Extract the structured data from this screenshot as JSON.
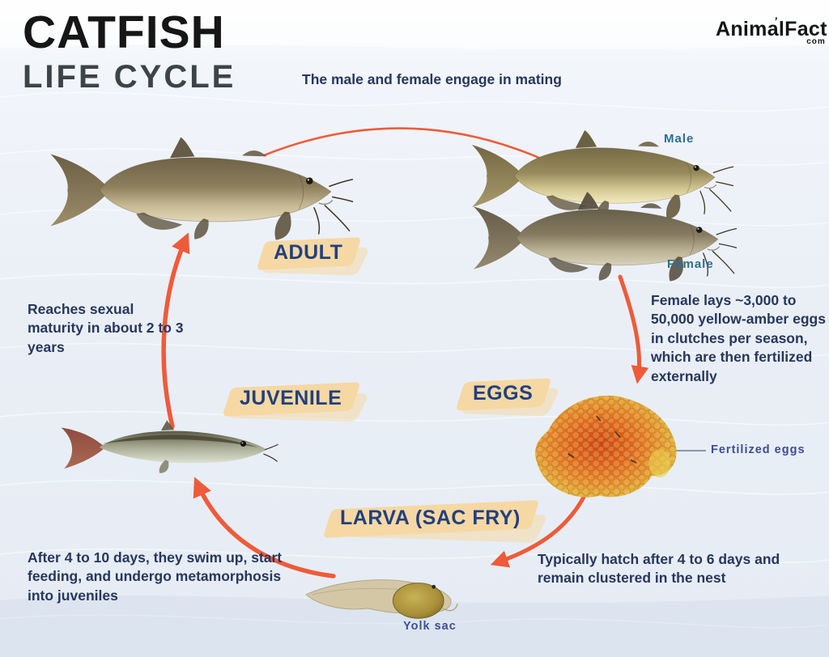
{
  "header": {
    "title_line1": "CATFISH",
    "title_line2": "LIFE CYCLE"
  },
  "logo": {
    "name": "AnimalFact",
    "tld": "com"
  },
  "stages": {
    "adult": {
      "label": "ADULT"
    },
    "eggs": {
      "label": "EGGS"
    },
    "larva": {
      "label": "LARVA (SAC FRY)"
    },
    "juvenile": {
      "label": "JUVENILE"
    }
  },
  "annotations": {
    "mating": "The male and female engage in mating",
    "male": "Male",
    "female": "Female",
    "eggs_info": "Female lays ~3,000 to 50,000 yellow-amber eggs in clutches per season, which are then fertilized externally",
    "fertilized_eggs": "Fertilized eggs",
    "hatch_info": "Typically hatch after 4 to 6 days and remain clustered in the nest",
    "juvenile_info": "After 4 to 10 days, they swim up, start feeding, and undergo metamorphosis into juveniles",
    "maturity_info": "Reaches sexual maturity in about 2 to 3 years",
    "yolk_sac": "Yolk sac"
  },
  "colors": {
    "arrow": "#ee5b3a",
    "highlight": "#f6d8a4",
    "stage": "#21407f",
    "body": "#27375c",
    "sex-label": "#2d6e8e",
    "pointer-label": "#3c4f92",
    "pointer-line": "#6b7a8d",
    "title": "#161616",
    "subtitle": "#3e4347"
  }
}
